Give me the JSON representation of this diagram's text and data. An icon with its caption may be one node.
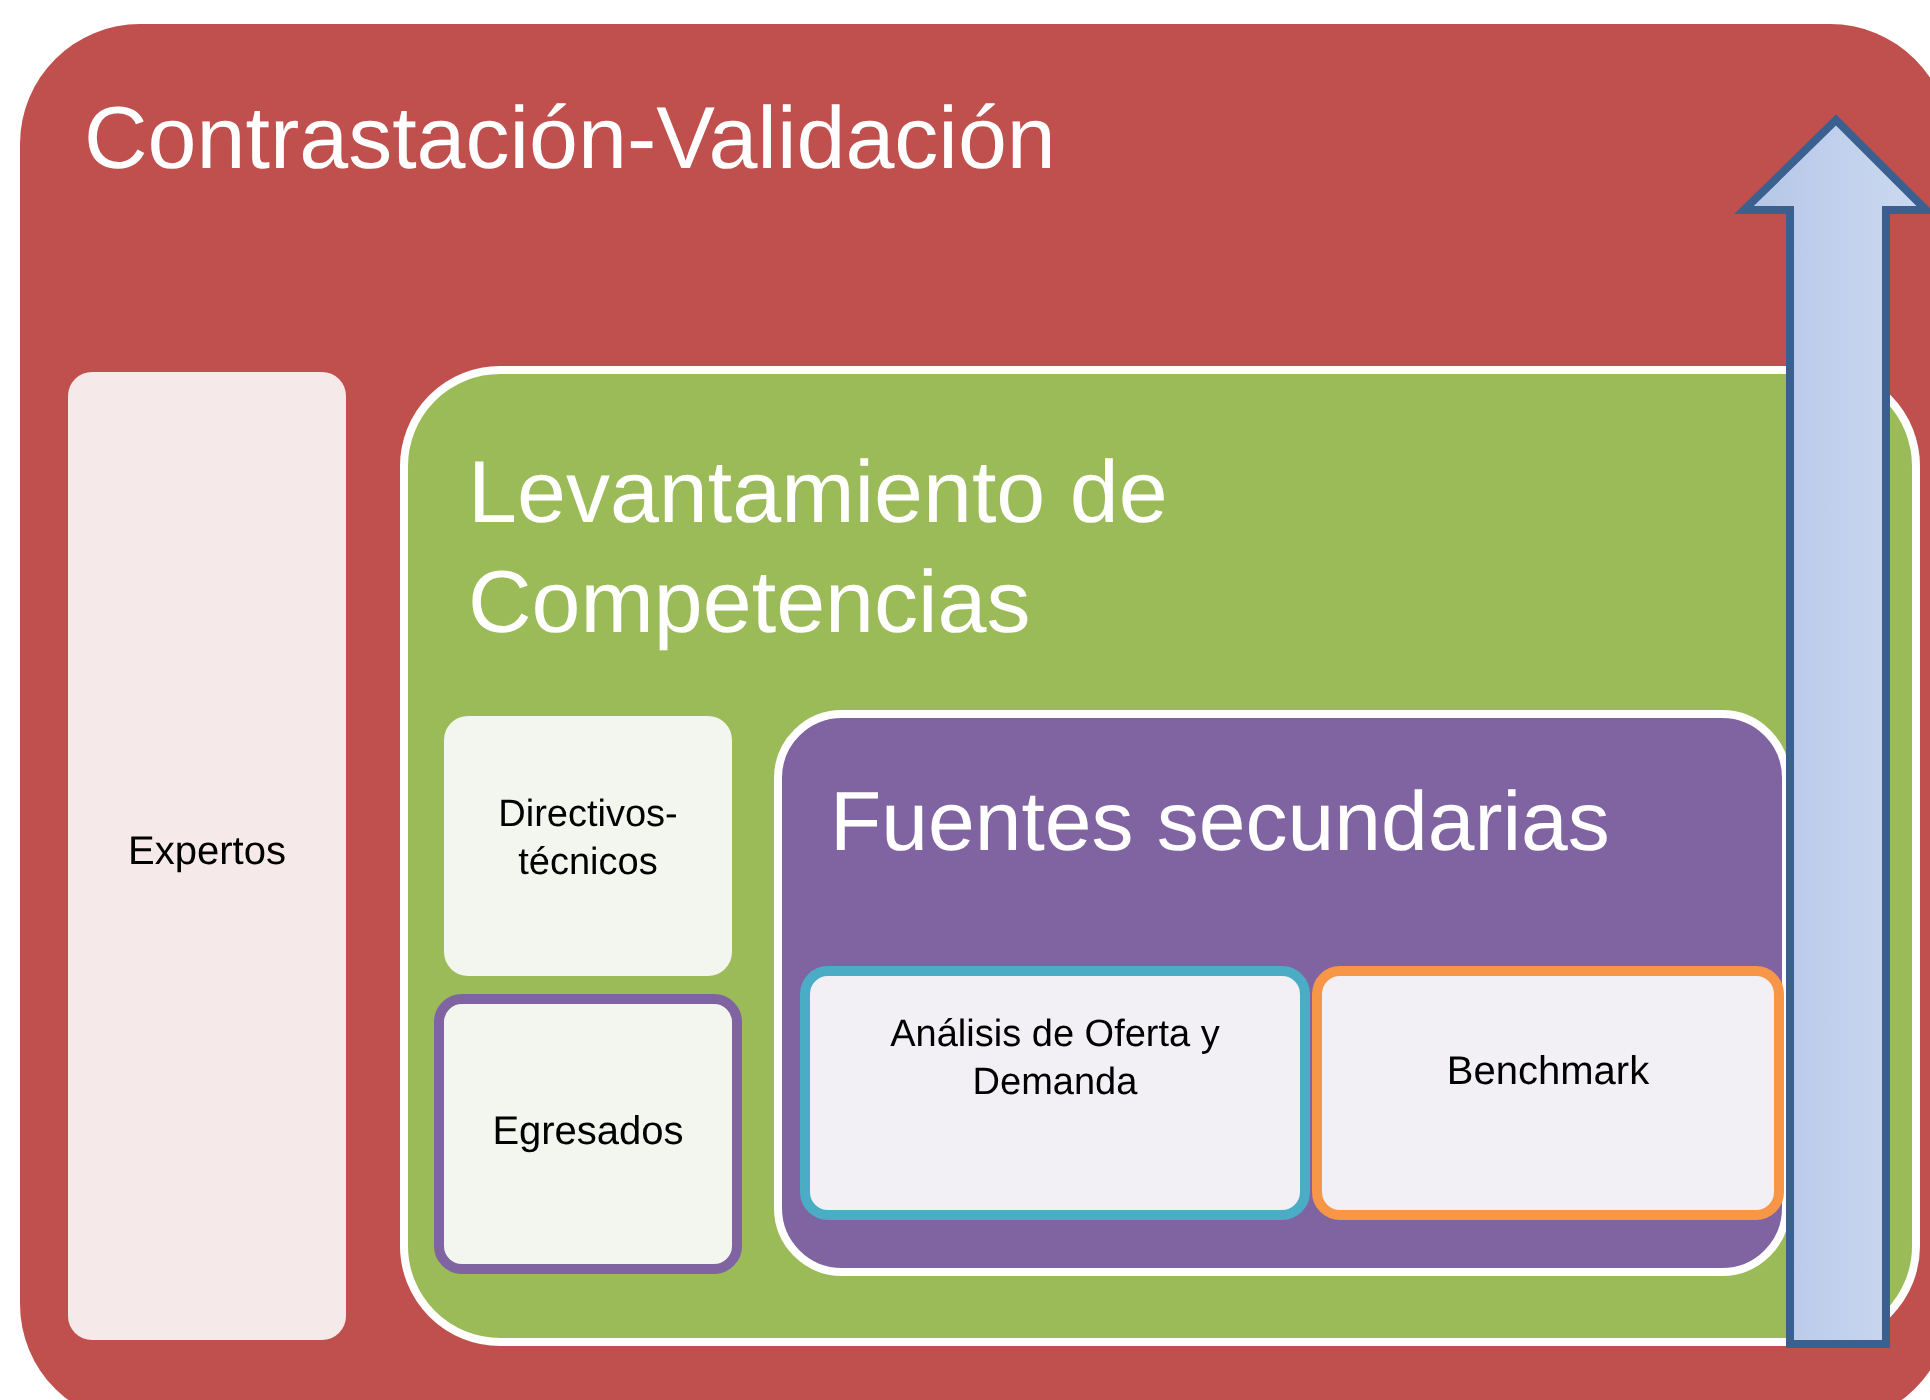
{
  "diagram": {
    "nodes": [
      {
        "text": [
          "Contrastación-Validación"
        ]
      },
      {
        "text": [
          "Expertos"
        ],
        "in": 0
      },
      {
        "text": [
          "Levantamiento de Competencias"
        ],
        "in": 0
      },
      {
        "text": [
          "Directivos-técnicos"
        ],
        "in": 2
      },
      {
        "text": [
          "Egresados"
        ],
        "in": 2
      },
      {
        "text": [
          "Fuentes secundarias"
        ],
        "in": 2
      },
      {
        "text": [
          "Análisis de Oferta y Demanda"
        ],
        "in": 5
      },
      {
        "text": [
          "Benchmark"
        ],
        "in": 5
      }
    ]
  }
}
